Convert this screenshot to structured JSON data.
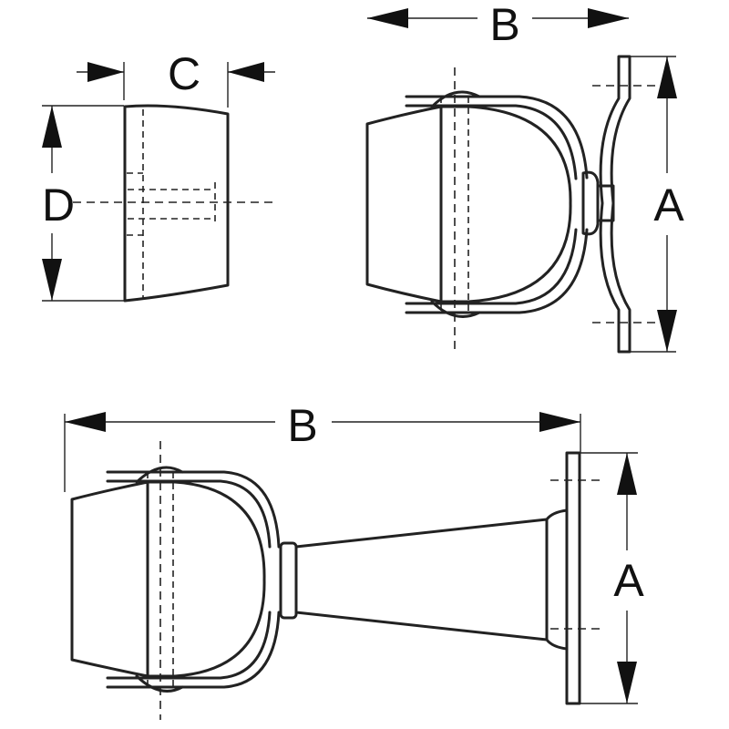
{
  "dimensions": {
    "top_b": "B",
    "c": "C",
    "d": "D",
    "top_a": "A",
    "bottom_b": "B",
    "bottom_a": "A"
  },
  "colors": {
    "ink": "#222222",
    "background": "#ffffff"
  }
}
